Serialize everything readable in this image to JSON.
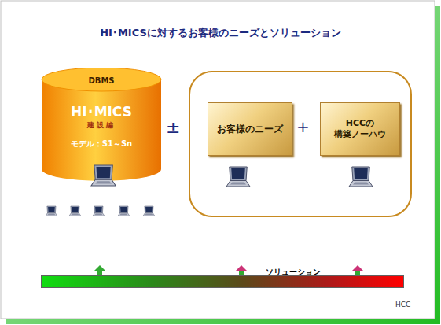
{
  "diagram": {
    "title": "HI･MICSに対するお客様のニーズとソリューション",
    "nodes": [
      {
        "text": [
          "DBMS",
          "HI･MICS",
          "建設編",
          "モデル：S1～Sn"
        ]
      },
      {
        "text": []
      },
      {
        "text": [
          "お客様のニーズ"
        ],
        "in": 1
      },
      {
        "text": [
          "HCCの 構築ノーハウ"
        ],
        "in": 1
      },
      {
        "text": [
          "ソリューション"
        ]
      }
    ],
    "labels": [
      "±",
      "+",
      "HCC"
    ]
  }
}
